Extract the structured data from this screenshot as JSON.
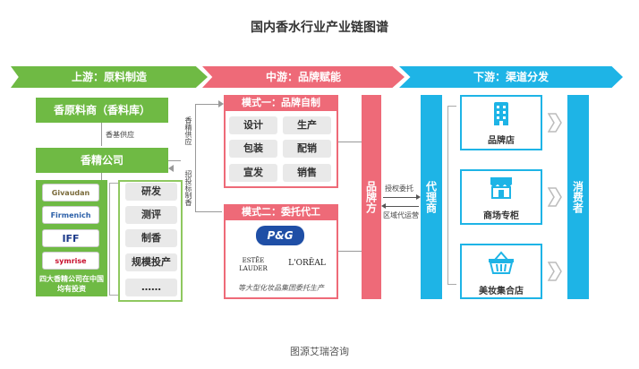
{
  "title": "国内香水行业产业链图谱",
  "stages": {
    "upstream": "上游：原料制造",
    "midstream": "中游：品牌赋能",
    "downstream": "下游：渠道分发"
  },
  "upstream": {
    "raw_material": "香原料商（香料库）",
    "flavor_supply": "香基供应",
    "fragrance_company": "香精公司",
    "logos": [
      "Givaudan",
      "Firmenich",
      "IFF",
      "symrise"
    ],
    "logos_note": "四大香精公司在中国均有投资",
    "tasks": [
      "研发",
      "测评",
      "制香",
      "规模投产",
      "……"
    ]
  },
  "midstream": {
    "flavor_supply_label": "香精供应",
    "bid_label": "招投标制香",
    "mode1_title": "模式一：品牌自制",
    "mode1_items": [
      "设计",
      "生产",
      "包装",
      "配销",
      "宣发",
      "销售"
    ],
    "mode2_title": "模式二：委托代工",
    "brands": [
      "P&G",
      "ESTĒE LAUDER",
      "L'ORĒAL"
    ],
    "mode2_note": "等大型化妆品集团委托生产",
    "brand_party": "品牌方",
    "auth_label": "授权委托",
    "region_label": "区域代运营"
  },
  "downstream": {
    "agent": "代理商",
    "channels": [
      "品牌店",
      "商场专柜",
      "美妆集合店"
    ],
    "consumer": "消费者"
  },
  "source": "图源艾瑞咨询"
}
